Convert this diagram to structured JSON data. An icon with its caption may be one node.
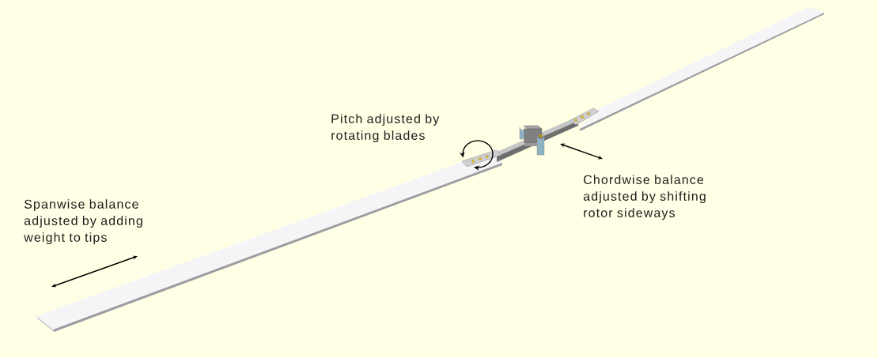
{
  "diagram": {
    "labels": [
      "Pitch adjusted by rotating blades",
      "Chordwise balance adjusted by shifting rotor sideways",
      "Spanwise balance adjusted by adding weight to tips"
    ]
  }
}
